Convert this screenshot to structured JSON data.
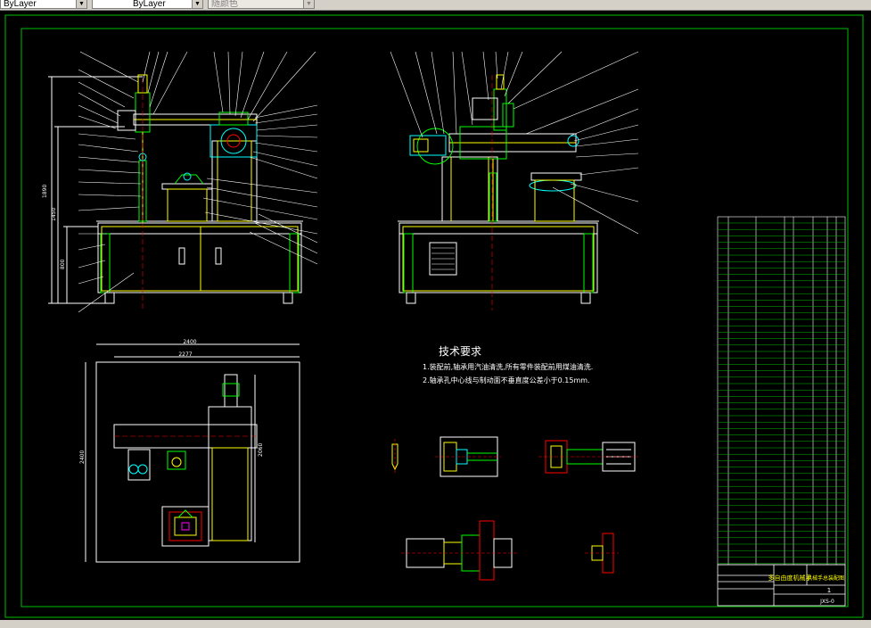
{
  "toolbar": {
    "linetype_value": "ByLayer",
    "lineweight_value": "ByLayer",
    "plotstyle_value": "随颜色"
  },
  "drawing": {
    "tech_title": "技术要求",
    "tech_note_1": "1.装配前,轴承用汽油清洗,所有零件装配前用煤油清洗.",
    "tech_note_2": "2.轴承孔中心线与制动面不垂直度公差小于0.15mm.",
    "dim_total_width": "2400",
    "dim_inner_width": "2277",
    "dim_total_height_top": "1890",
    "dim_height_mid": "1450",
    "dim_height_base": "800",
    "dim_plan_depth": "2400",
    "dim_plan_inner": "2060",
    "titleblock_main": "多自由度机械手",
    "titleblock_sub": "机械手总装配图",
    "titleblock_sheet": "1",
    "titleblock_drawing_no": "JXS-0"
  },
  "colors": {
    "background": "#000000",
    "frame": "#00c000",
    "outline": "#ffffff",
    "yellow": "#ffff00",
    "green": "#00ff00",
    "cyan": "#00ffff",
    "red": "#ff0000",
    "magenta": "#ff00ff"
  }
}
